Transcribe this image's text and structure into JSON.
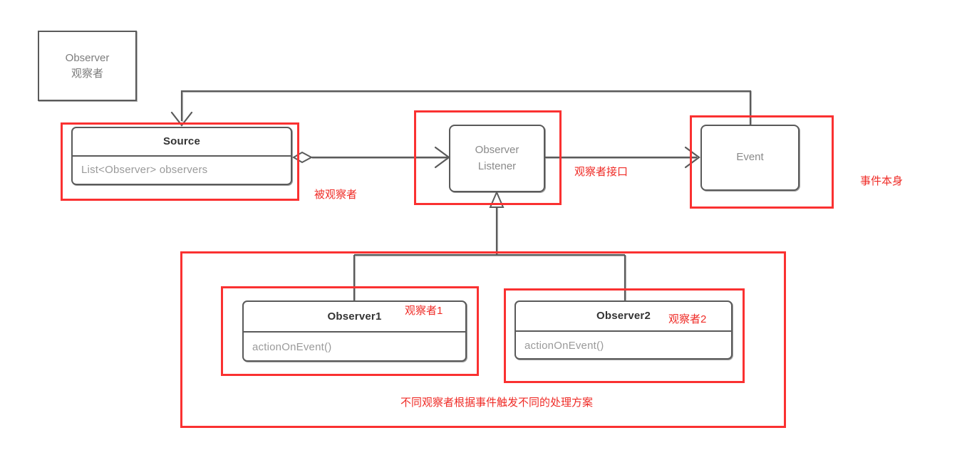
{
  "diagram": {
    "title": "Observer Pattern UML Diagram",
    "colors": {
      "stroke": "#5a5a5a",
      "text": "#8a8a8a",
      "annotation_red": "#ef2b26",
      "annotation_box_red": "#fa3131",
      "background": "#ffffff"
    }
  },
  "legend": {
    "name": "observer-legend",
    "line1": "Observer",
    "line2": "观察者"
  },
  "nodes": {
    "source": {
      "title": "Source",
      "attribute": "List<Observer> observers"
    },
    "observer_listener": {
      "line1": "Observer",
      "line2": "Listener"
    },
    "event": {
      "title": "Event"
    },
    "observer1": {
      "title": "Observer1",
      "method": "actionOnEvent()"
    },
    "observer2": {
      "title": "Observer2",
      "method": "actionOnEvent()"
    }
  },
  "annotations": {
    "source": "被观察者",
    "observer_listener": "观察者接口",
    "event": "事件本身",
    "observer1": "观察者1",
    "observer2": "观察者2",
    "group": "不同观察者根据事件触发不同的处理方案"
  },
  "relationships": [
    {
      "name": "source-aggregates-observerlistener",
      "from": "Source",
      "to": "ObserverListener",
      "type": "aggregation",
      "source_marker": "open-diamond",
      "target_marker": "open-arrow"
    },
    {
      "name": "observerlistener-to-event",
      "from": "ObserverListener",
      "to": "Event",
      "type": "association",
      "target_marker": "open-arrow"
    },
    {
      "name": "event-to-source",
      "from": "Event",
      "to": "Source",
      "type": "association",
      "routing": "orthogonal-top",
      "target_marker": "open-arrow"
    },
    {
      "name": "observer1-implements-observerlistener",
      "from": "Observer1",
      "to": "ObserverListener",
      "type": "realization",
      "target_marker": "hollow-triangle"
    },
    {
      "name": "observer2-implements-observerlistener",
      "from": "Observer2",
      "to": "ObserverListener",
      "type": "realization",
      "target_marker": "hollow-triangle"
    }
  ]
}
